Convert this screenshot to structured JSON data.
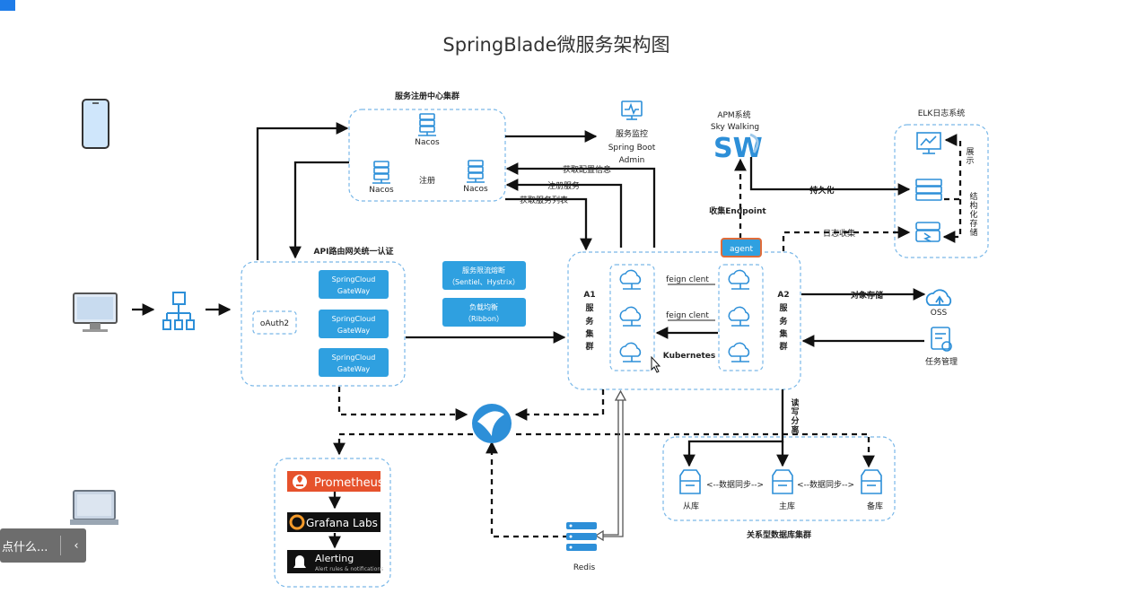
{
  "title": "SpringBlade微服务架构图",
  "registry": {
    "group_label": "服务注册中心集群",
    "nacos": [
      "Nacos",
      "Nacos",
      "Nacos"
    ],
    "register": "注册"
  },
  "monitor": {
    "label1": "服务监控",
    "label2": "Spring Boot",
    "label3": "Admin"
  },
  "apm": {
    "label1": "APM系统",
    "label2": "Sky Walking",
    "logo": "SW"
  },
  "elk": {
    "label": "ELK日志系统",
    "show": "展示",
    "structured": "结构化存储"
  },
  "arrows": {
    "get_config": "获取配置信息",
    "register_service": "注册服务",
    "get_service_list": "获取服务列表",
    "persist": "持久化",
    "collect": "收集Endpoint",
    "log_collect": "日志收集",
    "object_storage": "对象存储",
    "rw_split": "读写分离",
    "sync1": "<--数据同步-->",
    "sync2": "<--数据同步-->"
  },
  "agent": "agent",
  "gateway": {
    "label": "API路由网关统一认证",
    "oauth": "oAuth2",
    "items": [
      [
        "SpringCloud",
        "GateWay"
      ],
      [
        "SpringCloud",
        "GateWay"
      ],
      [
        "SpringCloud",
        "GateWay"
      ]
    ]
  },
  "middle": {
    "box1": [
      "服务限流熔断",
      "（Sentiel、Hystrix）"
    ],
    "box2": [
      "负载均衡",
      "（Ribbon）"
    ]
  },
  "cluster": {
    "a1": [
      "A1",
      "服",
      "务",
      "集",
      "群"
    ],
    "a2": [
      "A2",
      "服",
      "务",
      "集",
      "群"
    ],
    "feign1": "feign clent",
    "feign2": "feign clent",
    "kubernetes": "Kubernetes"
  },
  "oss": "OSS",
  "task": "任务管理",
  "db": {
    "slave": "从库",
    "master": "主库",
    "backup": "备库",
    "group": "关系型数据库集群"
  },
  "redis": "Redis",
  "monitoring": {
    "prometheus": "Prometheus",
    "grafana": "Grafana Labs",
    "alerting": "Alerting",
    "alerting_sub": "Alert rules & notifications"
  },
  "toolbar": {
    "text": "点什么...",
    "chevron": "‹"
  },
  "colors": {
    "accent": "#3aa3e3",
    "box_fill": "#2fa0e0",
    "dash": "#7ab8e8",
    "prometheus": "#e6522c"
  }
}
